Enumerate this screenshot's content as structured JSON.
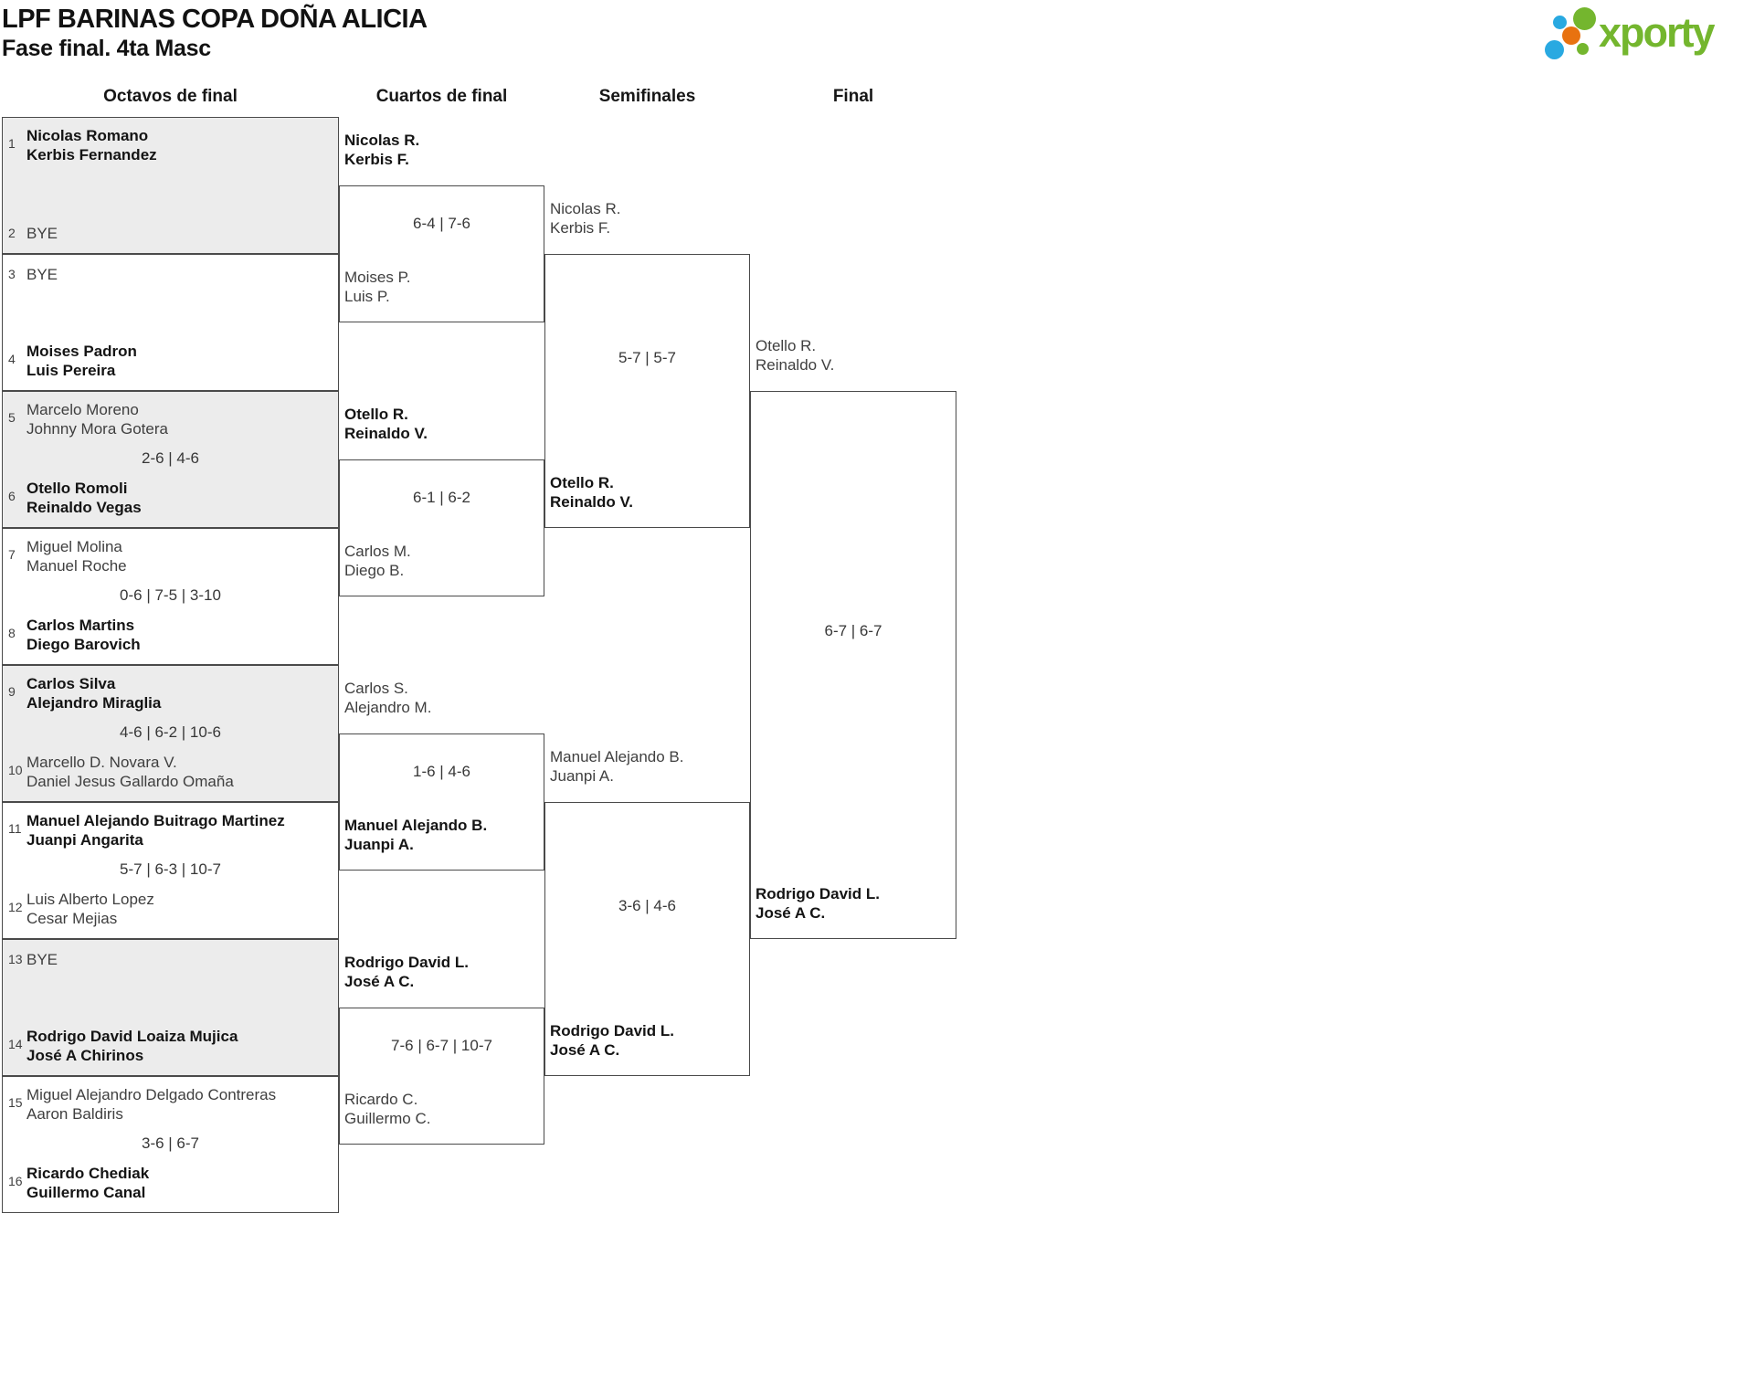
{
  "header": {
    "title": "LPF BARINAS COPA DOÑA ALICIA",
    "subtitle": "Fase final. 4ta Masc",
    "logo_text": "xporty"
  },
  "colors": {
    "logo_green": "#74b62e",
    "logo_blue": "#29a9e1",
    "logo_orange": "#e87210",
    "box_alt_bg": "#ececec",
    "border": "#4a4a4a"
  },
  "rounds": {
    "headers": [
      "Octavos de final",
      "Cuartos de final",
      "Semifinales",
      "Final"
    ],
    "r16": {
      "matches": [
        {
          "top_seed": "1",
          "top": "Nicolas Romano\nKerbis Fernandez",
          "top_winner": true,
          "bottom_seed": "2",
          "bottom": "BYE",
          "bottom_winner": false,
          "score": ""
        },
        {
          "top_seed": "3",
          "top": "BYE",
          "top_winner": false,
          "bottom_seed": "4",
          "bottom": "Moises Padron\nLuis Pereira",
          "bottom_winner": true,
          "score": ""
        },
        {
          "top_seed": "5",
          "top": "Marcelo Moreno\nJohnny Mora Gotera",
          "top_winner": false,
          "bottom_seed": "6",
          "bottom": "Otello Romoli\nReinaldo Vegas",
          "bottom_winner": true,
          "score": "2-6 | 4-6"
        },
        {
          "top_seed": "7",
          "top": "Miguel Molina\nManuel Roche",
          "top_winner": false,
          "bottom_seed": "8",
          "bottom": "Carlos Martins\nDiego Barovich",
          "bottom_winner": true,
          "score": "0-6 | 7-5 | 3-10"
        },
        {
          "top_seed": "9",
          "top": "Carlos Silva\nAlejandro Miraglia",
          "top_winner": true,
          "bottom_seed": "10",
          "bottom": "Marcello D. Novara V.\nDaniel Jesus Gallardo Omaña",
          "bottom_winner": false,
          "score": "4-6 | 6-2 | 10-6"
        },
        {
          "top_seed": "11",
          "top": "Manuel Alejando Buitrago Martinez\nJuanpi Angarita",
          "top_winner": true,
          "bottom_seed": "12",
          "bottom": "Luis Alberto Lopez\nCesar Mejias",
          "bottom_winner": false,
          "score": "5-7 | 6-3 | 10-7"
        },
        {
          "top_seed": "13",
          "top": "BYE",
          "top_winner": false,
          "bottom_seed": "14",
          "bottom": "Rodrigo David Loaiza Mujica\nJosé A Chirinos",
          "bottom_winner": true,
          "score": ""
        },
        {
          "top_seed": "15",
          "top": "Miguel Alejandro Delgado Contreras\nAaron Baldiris",
          "top_winner": false,
          "bottom_seed": "16",
          "bottom": "Ricardo Chediak\nGuillermo Canal",
          "bottom_winner": true,
          "score": "3-6 | 6-7"
        }
      ]
    },
    "qf": {
      "matches": [
        {
          "top": "Nicolas R.\nKerbis F.",
          "top_winner": true,
          "bottom": "Moises P.\nLuis P.",
          "bottom_winner": false,
          "score": "6-4 | 7-6"
        },
        {
          "top": "Otello R.\nReinaldo V.",
          "top_winner": true,
          "bottom": "Carlos M.\nDiego B.",
          "bottom_winner": false,
          "score": "6-1 | 6-2"
        },
        {
          "top": "Carlos S.\nAlejandro M.",
          "top_winner": false,
          "bottom": "Manuel Alejando B.\nJuanpi A.",
          "bottom_winner": true,
          "score": "1-6 | 4-6"
        },
        {
          "top": "Rodrigo David L.\nJosé A C.",
          "top_winner": true,
          "bottom": "Ricardo C.\nGuillermo C.",
          "bottom_winner": false,
          "score": "7-6 | 6-7 | 10-7"
        }
      ]
    },
    "sf": {
      "matches": [
        {
          "top": "Nicolas R.\nKerbis F.",
          "top_winner": false,
          "bottom": "Otello R.\nReinaldo V.",
          "bottom_winner": true,
          "score": "5-7 | 5-7"
        },
        {
          "top": "Manuel Alejando B.\nJuanpi A.",
          "top_winner": false,
          "bottom": "Rodrigo David L.\nJosé A C.",
          "bottom_winner": true,
          "score": "3-6 | 4-6"
        }
      ]
    },
    "final": {
      "matches": [
        {
          "top": "Otello R.\nReinaldo V.",
          "top_winner": false,
          "bottom": "Rodrigo David L.\nJosé A C.",
          "bottom_winner": true,
          "score": "6-7 | 6-7"
        }
      ]
    }
  }
}
